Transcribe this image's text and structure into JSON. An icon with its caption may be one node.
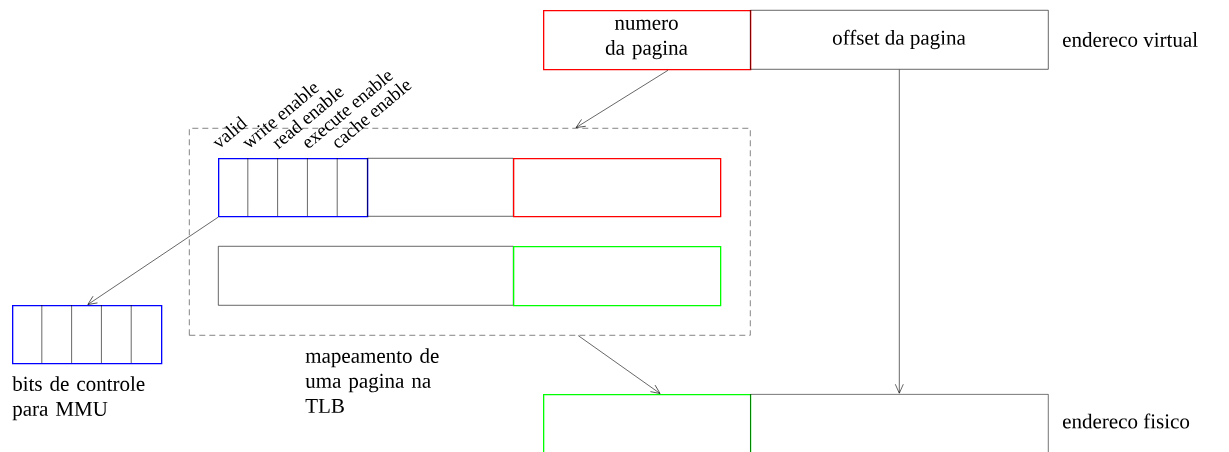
{
  "diagram": {
    "nodes": [
      {
        "text": [
          "numero da pagina"
        ]
      },
      {
        "text": [
          "offset da pagina"
        ],
        "beside": [
          "endereco virtual"
        ]
      },
      {
        "text": [
          "mapeamento de uma pagina na TLB"
        ]
      },
      {
        "text": [],
        "shape": "box",
        "in": 2,
        "beside": [
          "valid",
          "write enable",
          "read enable",
          "execute enable",
          "cache enable"
        ]
      },
      {
        "text": [],
        "shape": "box",
        "in": 2
      },
      {
        "text": [],
        "shape": "box",
        "in": 2
      },
      {
        "text": [],
        "shape": "box",
        "in": 2
      },
      {
        "text": [],
        "shape": "box",
        "in": 2
      },
      {
        "text": [
          "bits de controle para MMU"
        ]
      },
      {
        "text": [],
        "shape": "box"
      },
      {
        "text": [],
        "shape": "box",
        "beside": [
          "endereco fisico"
        ]
      }
    ],
    "edges": [
      {
        "from": 0,
        "to": 2,
        "arrow": "to"
      },
      {
        "from": 3,
        "to": 8,
        "arrow": "to"
      },
      {
        "from": 2,
        "to": 9,
        "arrow": "to"
      },
      {
        "from": 1,
        "to": 10,
        "arrow": "to"
      }
    ]
  }
}
